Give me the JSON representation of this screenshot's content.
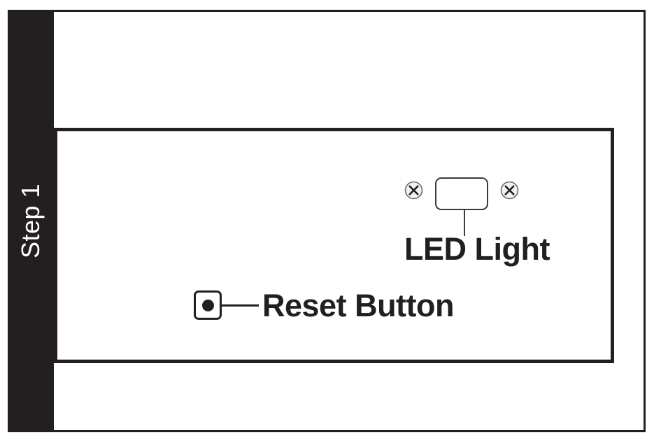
{
  "figure": {
    "title": "Step 1",
    "step_band": {
      "label": "Step 1",
      "background_color": "#231f20",
      "text_color": "#ffffff",
      "orientation": "vertical-bottom-to-top"
    },
    "frame": {
      "border_color": "#231f20",
      "background_color": "#ffffff"
    },
    "device_panel": {
      "border_color": "#231f20",
      "background_color": "#ffffff"
    },
    "callouts": [
      {
        "id": "led-light",
        "label": "LED Light",
        "icon": "led-housing-icon",
        "leader": "vertical-leader-line",
        "color": "#231f20"
      },
      {
        "id": "reset-button",
        "label": "Reset Button",
        "icon": "reset-button-icon",
        "leader": "horizontal-leader-line",
        "color": "#231f20"
      }
    ],
    "screws": [
      {
        "id": "screw-left",
        "icon": "screw-cross-icon"
      },
      {
        "id": "screw-right",
        "icon": "screw-cross-icon"
      }
    ]
  }
}
